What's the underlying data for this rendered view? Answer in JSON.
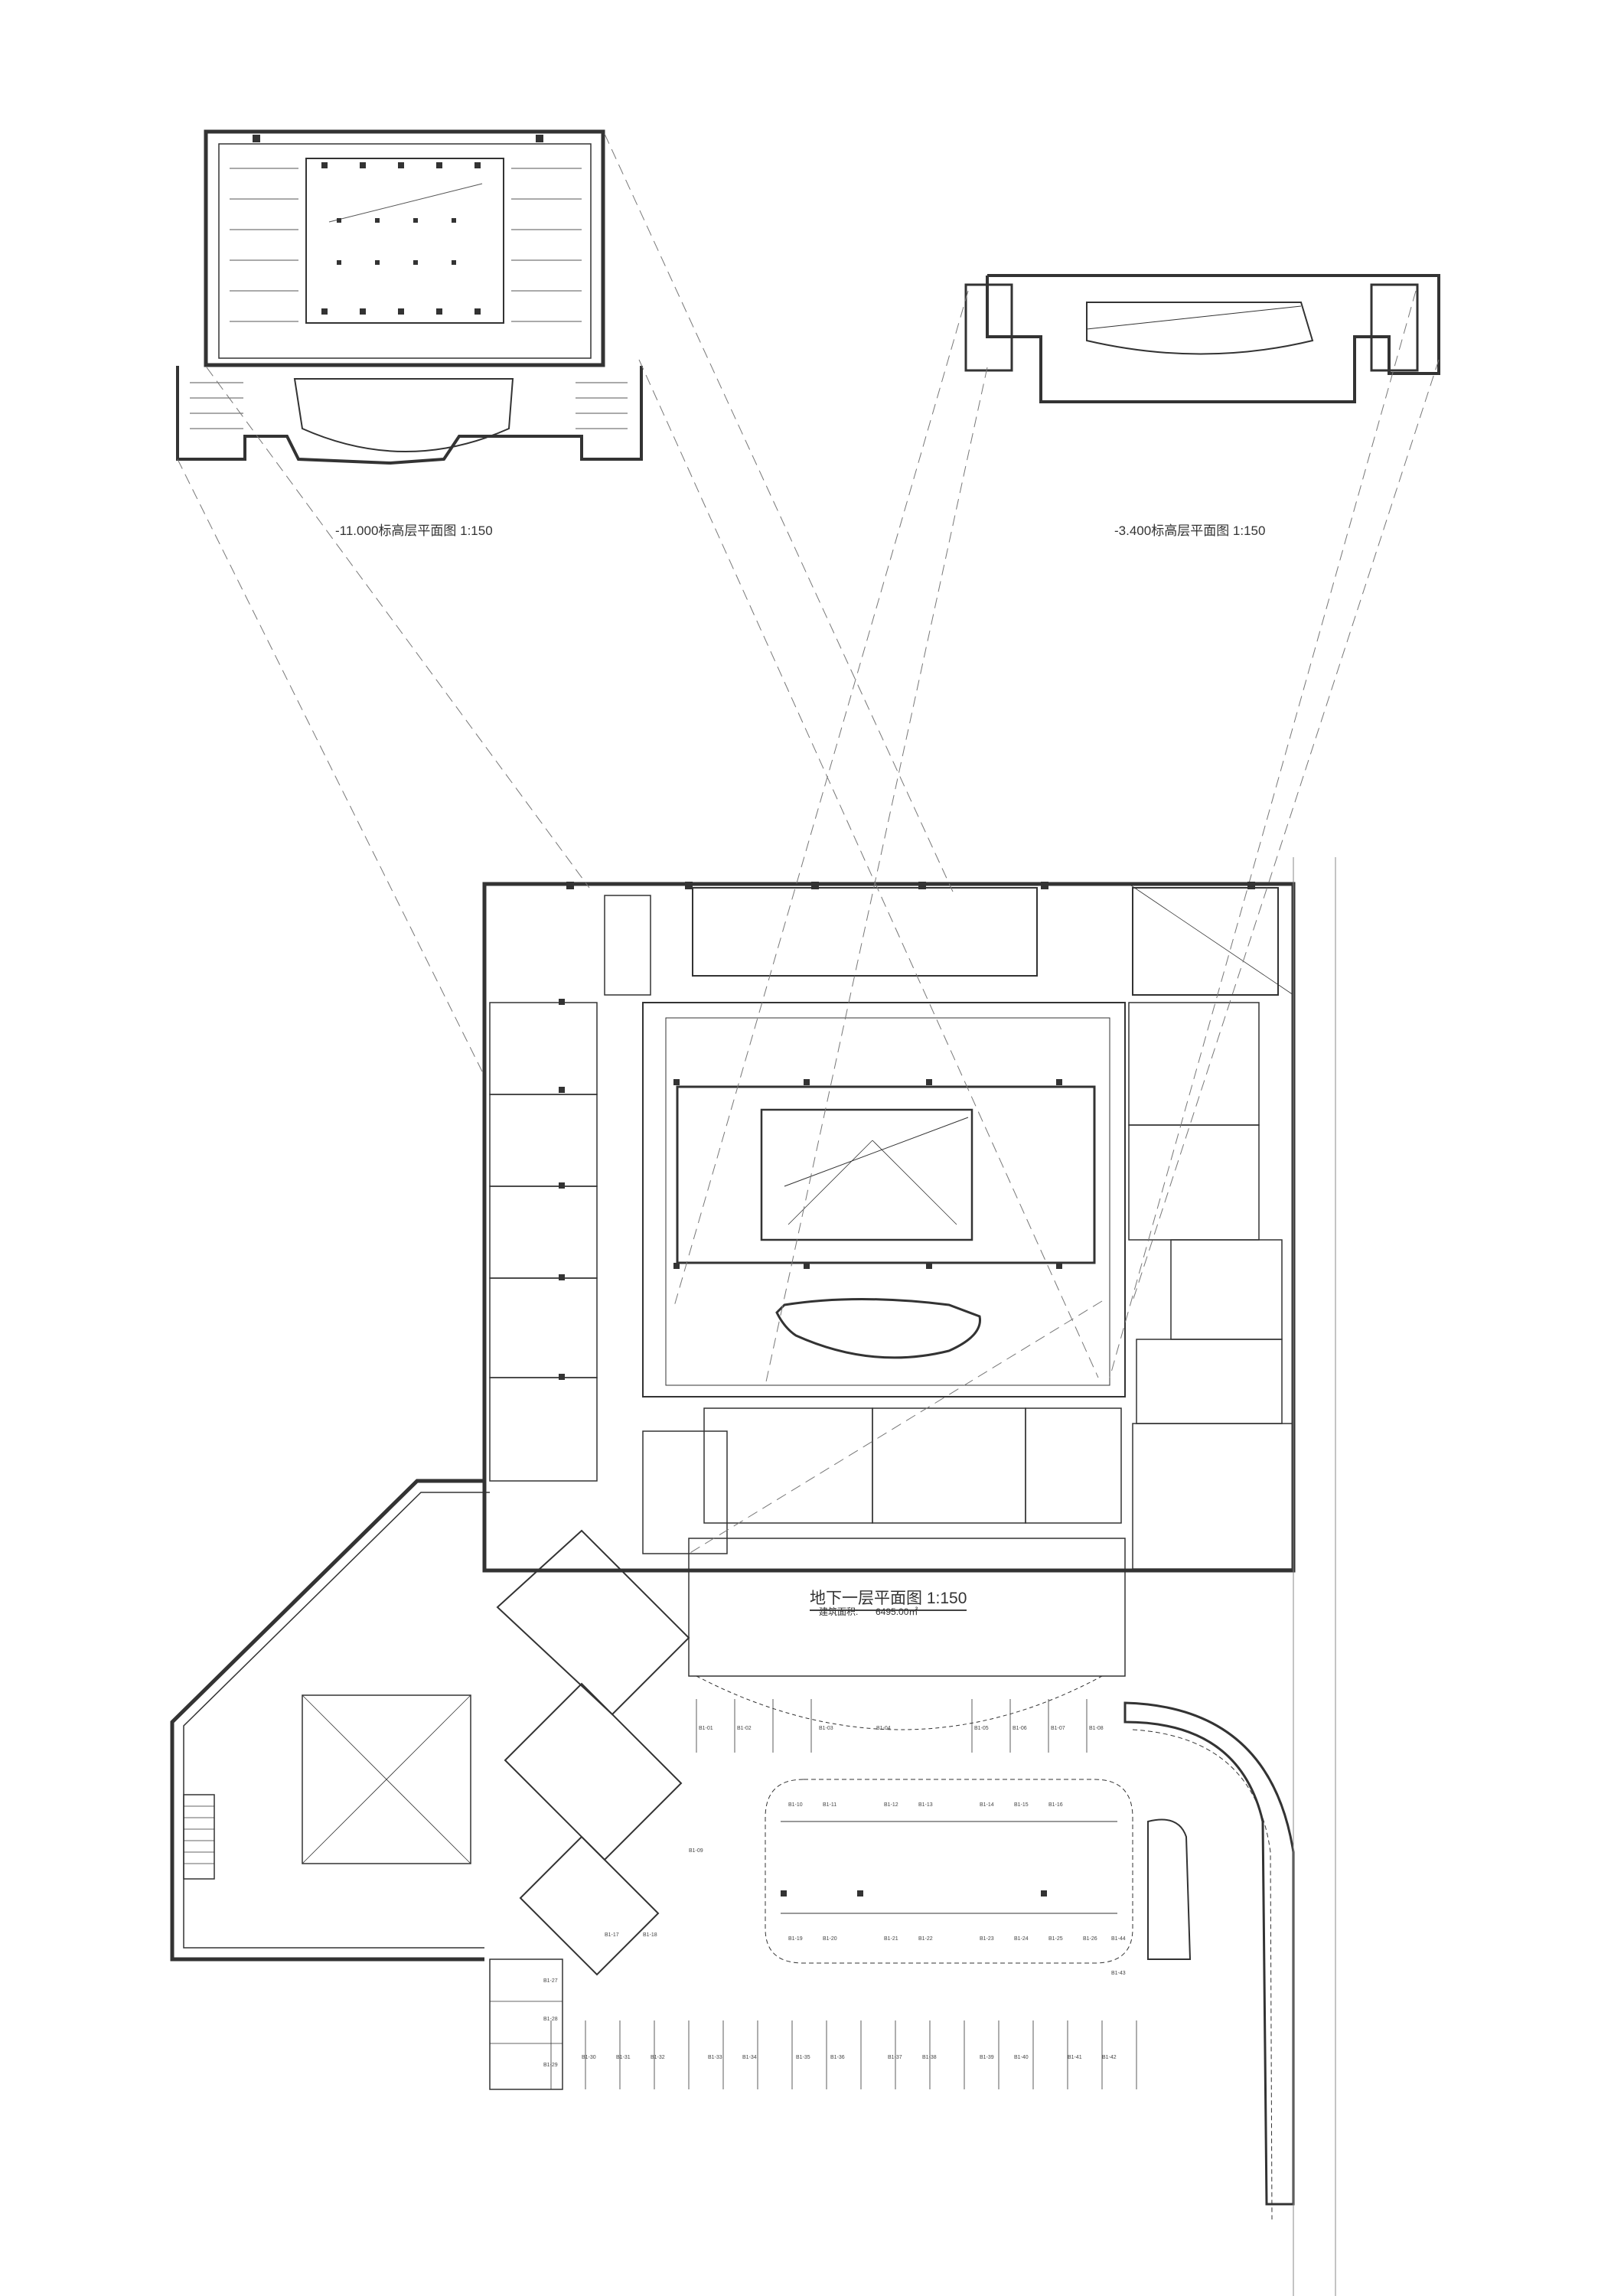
{
  "plan_titles": {
    "main": "地下一层平面图  1:150",
    "upper_left": "-11.000标高层平面图  1:150",
    "upper_right": "-3.400标高层平面图  1:150"
  },
  "area": {
    "label": "建筑面积:",
    "value": "6495.00㎡"
  },
  "parking_bays": {
    "row_north": [
      "B1-01",
      "B1-02",
      "B1-03",
      "B1-04",
      "B1-05",
      "B1-06",
      "B1-07",
      "B1-08"
    ],
    "row_island_top": [
      "B1-10",
      "B1-11",
      "B1-12",
      "B1-13",
      "B1-14",
      "B1-15",
      "B1-16"
    ],
    "row_island_bottom": [
      "B1-19",
      "B1-20",
      "B1-21",
      "B1-22",
      "B1-23",
      "B1-24",
      "B1-25",
      "B1-26"
    ],
    "row_south": [
      "B1-30",
      "B1-31",
      "B1-32",
      "B1-33",
      "B1-34",
      "B1-35",
      "B1-36",
      "B1-37",
      "B1-38",
      "B1-39",
      "B1-40",
      "B1-41",
      "B1-42"
    ],
    "misc": [
      "B1-09",
      "B1-17",
      "B1-18",
      "B1-27",
      "B1-28",
      "B1-29",
      "B1-43",
      "B1-44"
    ]
  }
}
